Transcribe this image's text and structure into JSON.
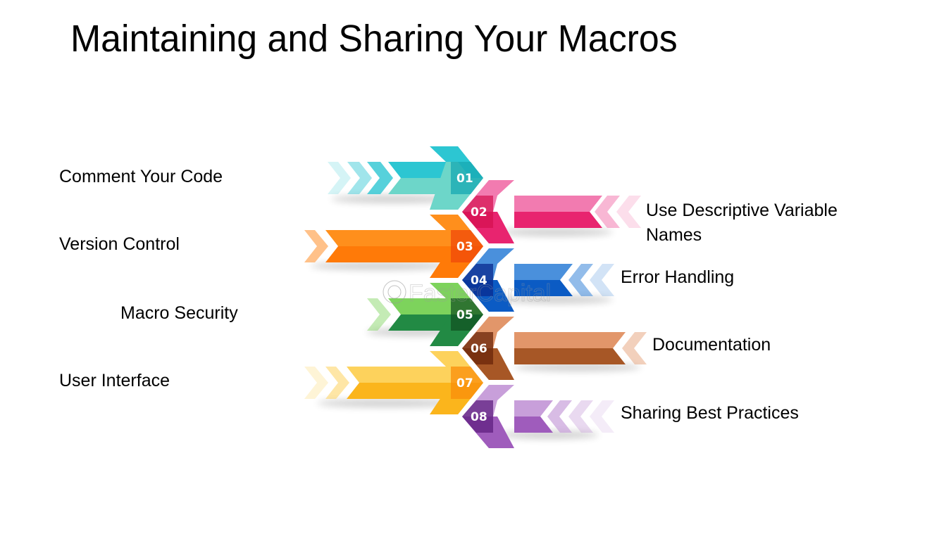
{
  "title": "Maintaining and Sharing Your Macros",
  "watermark": "FasterCapital",
  "steps": [
    {
      "number": "01",
      "label": "Comment Your Code",
      "side": "left",
      "color_light": "#2cc6d2",
      "color_dark": "#6dd6c9",
      "color_core": "#17a8b2"
    },
    {
      "number": "02",
      "label": "Use Descriptive Variable Names",
      "side": "right",
      "color_light": "#f27bb0",
      "color_dark": "#e8246f",
      "color_core": "#d4104f"
    },
    {
      "number": "03",
      "label": "Version Control",
      "side": "left",
      "color_light": "#ff8f1c",
      "color_dark": "#ff7a08",
      "color_core": "#f04a0a"
    },
    {
      "number": "04",
      "label": "Error Handling",
      "side": "right",
      "color_light": "#4a90dc",
      "color_dark": "#0b5bc4",
      "color_core": "#0a2a8f"
    },
    {
      "number": "05",
      "label": "Macro Security",
      "side": "left",
      "color_light": "#7dd35c",
      "color_dark": "#228a44",
      "color_core": "#0f4f1f"
    },
    {
      "number": "06",
      "label": "Documentation",
      "side": "right",
      "color_light": "#e2966a",
      "color_dark": "#a75726",
      "color_core": "#6a240a"
    },
    {
      "number": "07",
      "label": "User Interface",
      "side": "left",
      "color_light": "#fdd25c",
      "color_dark": "#fbb51c",
      "color_core": "#f98d0a"
    },
    {
      "number": "08",
      "label": "Sharing Best Practices",
      "side": "right",
      "color_light": "#c89fda",
      "color_dark": "#9f5cbc",
      "color_core": "#5f1f80"
    }
  ]
}
